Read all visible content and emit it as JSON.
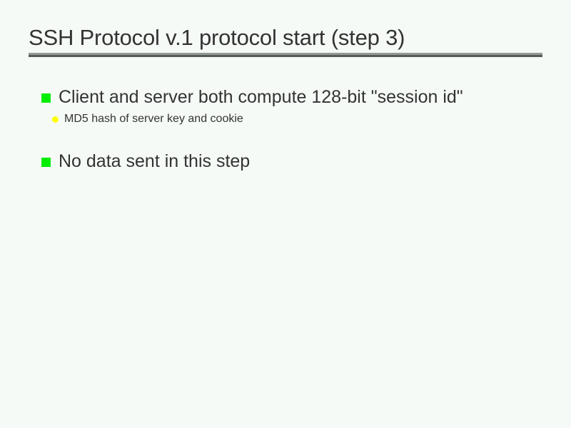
{
  "slide": {
    "title": "SSH Protocol v.1 protocol start (step 3)",
    "background_color": "#f5faf6",
    "text_color": "#333333",
    "rule_color_top": "#949a94",
    "rule_color_bottom": "#555b55",
    "level1_bullet_color": "#00ee00",
    "level2_bullet_color": "#ffff00",
    "bullets": [
      {
        "level": 1,
        "text": "Client and server both compute 128-bit \"session id\"",
        "marker": "green-square-bullet-icon"
      },
      {
        "level": 2,
        "text": "MD5 hash of server key and cookie",
        "marker": "yellow-dot-bullet-icon"
      },
      {
        "level": 1,
        "text": "No data sent in this step",
        "marker": "green-square-bullet-icon"
      }
    ]
  }
}
